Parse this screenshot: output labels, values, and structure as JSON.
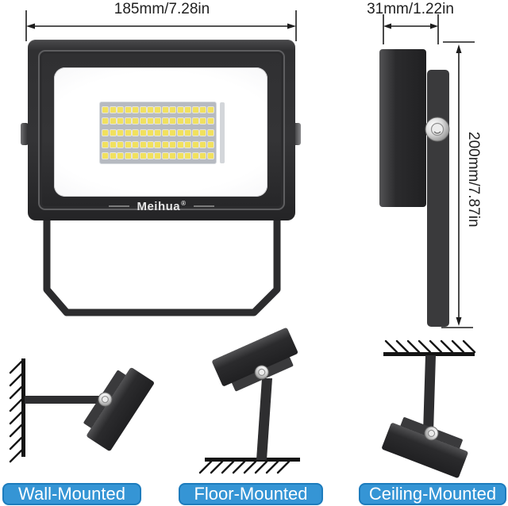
{
  "product": {
    "brand": "Meihua",
    "registered_mark": "®"
  },
  "dimensions": {
    "width_label": "185mm/7.28in",
    "depth_label": "31mm/1.22in",
    "height_label": "200mm/7.87in"
  },
  "mounting_options": [
    {
      "label": "Wall-Mounted"
    },
    {
      "label": "Floor-Mounted"
    },
    {
      "label": "Ceiling-Mounted"
    }
  ],
  "led_grid": {
    "rows": 5,
    "cols": 15
  },
  "colors": {
    "label_bg": "#3595d5",
    "label_border": "#1d7cbd",
    "label_text": "#ffffff",
    "body_dark": "#2e2e30",
    "led_chip": "#f1e15e",
    "led_panel": "#b6bac1",
    "line": "#1d1d1d"
  }
}
